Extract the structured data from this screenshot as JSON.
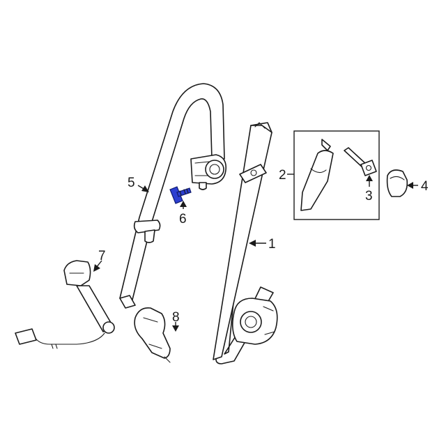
{
  "callouts": [
    {
      "id": "1",
      "label": "1"
    },
    {
      "id": "2",
      "label": "2"
    },
    {
      "id": "3",
      "label": "3"
    },
    {
      "id": "4",
      "label": "4"
    },
    {
      "id": "5",
      "label": "5"
    },
    {
      "id": "6",
      "label": "6"
    },
    {
      "id": "7",
      "label": "7"
    },
    {
      "id": "8",
      "label": "8"
    }
  ],
  "colors": {
    "line": "#1a1a1a",
    "highlight": "#2c3fd1",
    "background": "#ffffff"
  }
}
